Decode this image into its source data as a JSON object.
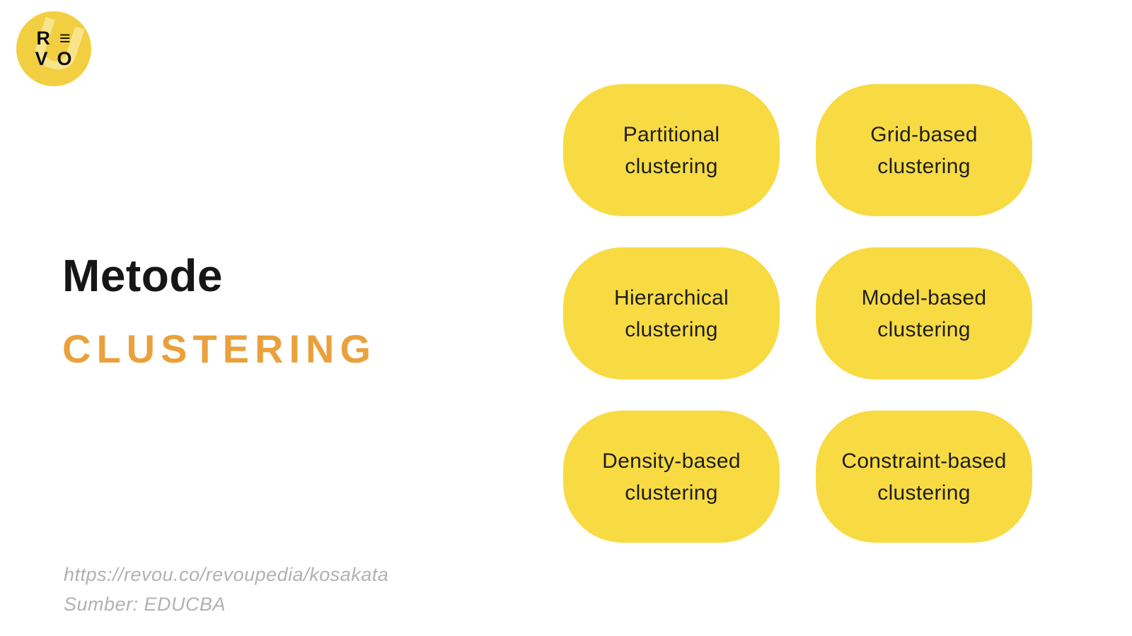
{
  "slide": {
    "background_color": "#FFFFFF"
  },
  "logo": {
    "name": "revou-logo",
    "circle_color": "#F2CF40",
    "row1_left": "R",
    "row1_right": "≡",
    "row2_left": "V",
    "row2_right": "O",
    "watermark_glyph": "U"
  },
  "title": {
    "line1": "Metode",
    "line2": "CLUSTERING",
    "accent_color": "#EAA13C"
  },
  "pills": [
    {
      "line1": "Partitional",
      "line2": "clustering"
    },
    {
      "line1": "Grid-based",
      "line2": "clustering"
    },
    {
      "line1": "Hierarchical",
      "line2": "clustering"
    },
    {
      "line1": "Model-based",
      "line2": "clustering"
    },
    {
      "line1": "Density-based",
      "line2": "clustering"
    },
    {
      "line1": "Constraint-based",
      "line2": "clustering"
    }
  ],
  "pill_color": "#F8DB43",
  "footer": {
    "url": "https://revou.co/revoupedia/kosakata",
    "source": "Sumber:  EDUCBA"
  },
  "colors": {
    "pill_yellow": "#F8DB43",
    "logo_yellow": "#F2CF40",
    "accent_orange": "#EAA13C",
    "text_dark": "#1C1C1C",
    "footer_gray": "#B1B1B1"
  }
}
